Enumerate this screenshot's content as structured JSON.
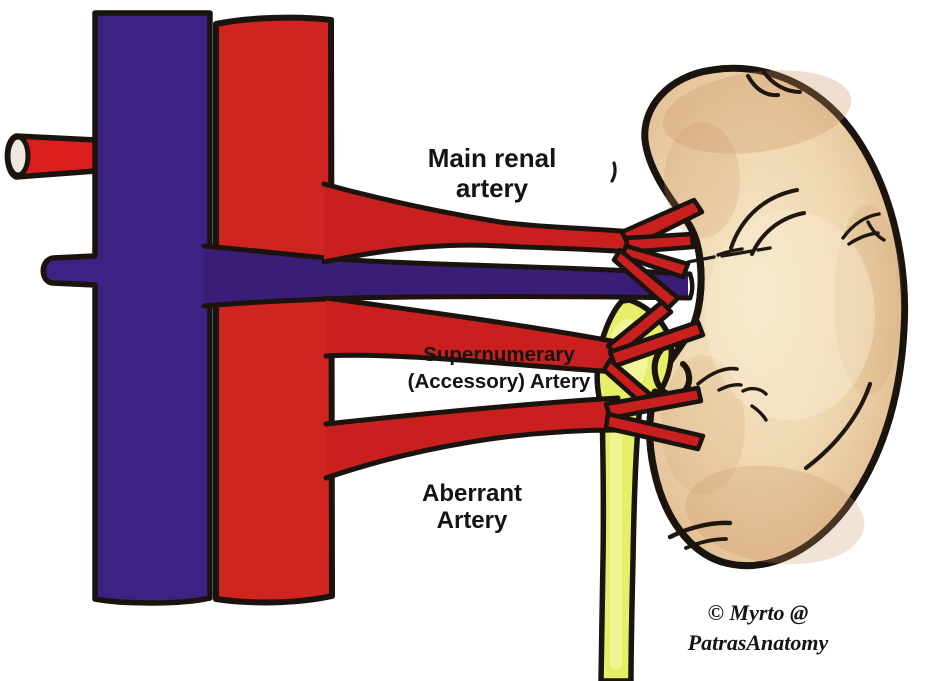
{
  "diagram": {
    "type": "hand-drawn anatomical illustration",
    "subject": "Kidney with main, supernumerary (accessory) and aberrant renal arteries",
    "labels": {
      "main_renal_artery": {
        "line1": "Main renal",
        "line2": "artery"
      },
      "supernumerary_artery": {
        "line1": "Supernumerary",
        "line2": "(Accessory) Artery"
      },
      "aberrant_artery": {
        "line1": "Aberrant",
        "line2": "Artery"
      }
    },
    "attribution": {
      "line1": "© Myrto @",
      "line2": "PatrasAnatomy"
    }
  },
  "colors": {
    "background": "#ffffff",
    "vena_cava_blue": "#3b2383",
    "renal_vein_blue": "#3a1d76",
    "aorta_red": "#d02420",
    "artery_red": "#c9201f",
    "stub_red": "#dd1e1e",
    "stub_lumen": "#eee7df",
    "kidney_tan": "#ecd2ab",
    "kidney_shade": "#c9935f",
    "kidney_highlight": "#f8ecd2",
    "ureter_yellow": "#e6ef67",
    "ureter_highlight": "#f4f8ab",
    "outline_black": "#1b140e",
    "label_text": "#141414"
  }
}
